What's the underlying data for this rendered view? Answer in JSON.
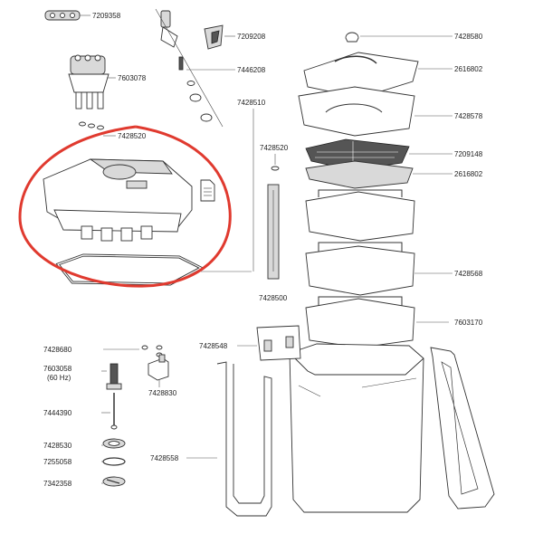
{
  "labels": {
    "p7209358": "7209358",
    "p7209208": "7209208",
    "p7428580": "7428580",
    "p7446208": "7446208",
    "p2616802_top": "2616802",
    "p7603078": "7603078",
    "p7428510": "7428510",
    "p7428578": "7428578",
    "p7428520_left": "7428520",
    "p7428520_mid": "7428520",
    "p7209148": "7209148",
    "p2616802_mid": "2616802",
    "p7428568": "7428568",
    "p7428500": "7428500",
    "p7603170": "7603170",
    "p7428680": "7428680",
    "p7428548": "7428548",
    "p7603058": "7603058",
    "p7603058_sub": "(60 Hz)",
    "p7428830": "7428830",
    "p7444390": "7444390",
    "p7428530": "7428530",
    "p7255058": "7255058",
    "p7428558": "7428558",
    "p7342358": "7342358"
  },
  "colors": {
    "highlight_ring": "#e03a2f",
    "line": "#333333",
    "fill_light": "#d9d9d9"
  },
  "icons": {
    "document": "document-icon"
  }
}
